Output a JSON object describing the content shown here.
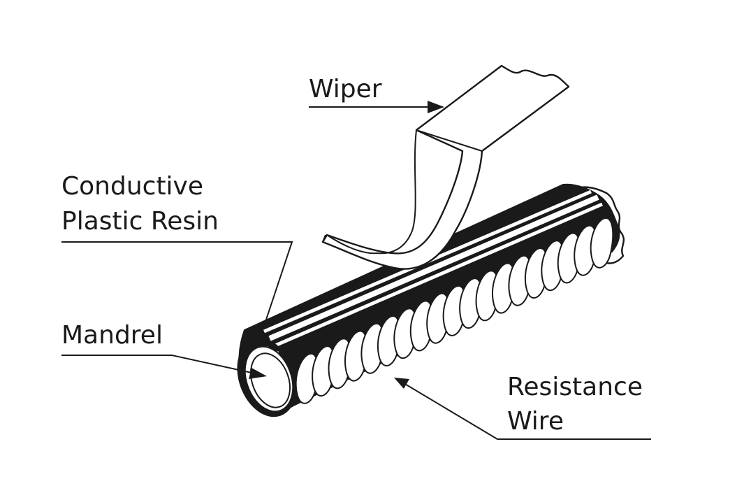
{
  "labels": {
    "wiper": "Wiper",
    "conductive_line1": "Conductive",
    "conductive_line2": "Plastic Resin",
    "mandrel": "Mandrel",
    "resistance_line1": "Resistance",
    "resistance_line2": "Wire"
  },
  "colors": {
    "ink": "#1a1a1a",
    "paper": "#ffffff"
  },
  "coil_turns": 19
}
